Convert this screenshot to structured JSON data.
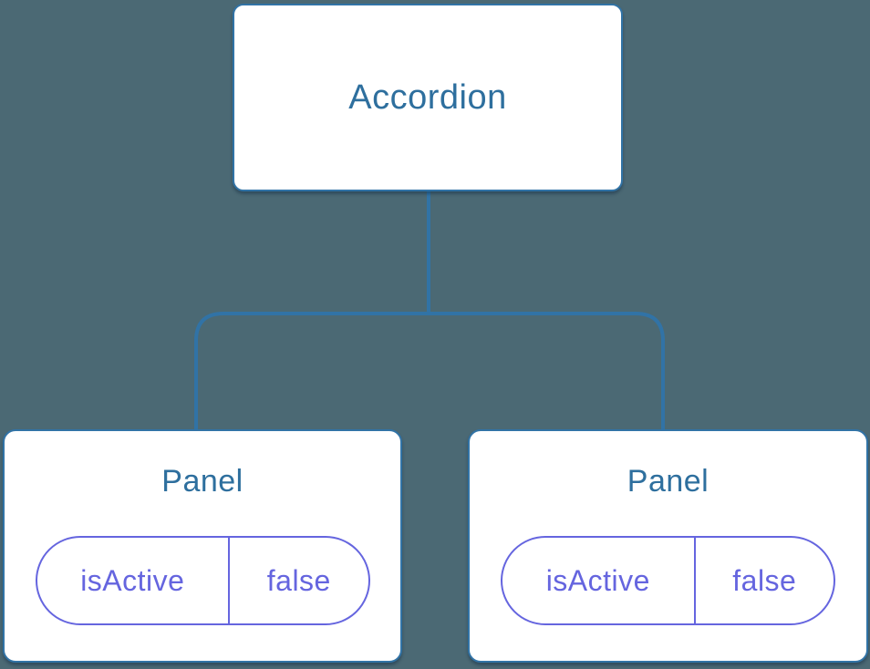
{
  "colors": {
    "background": "#4b6974",
    "node_bg": "#ffffff",
    "node_blue": "#2e6f9e",
    "line_blue": "#3173a6",
    "state_purple": "#6565df"
  },
  "diagram": {
    "type": "component-tree",
    "root": {
      "label": "Accordion"
    },
    "children": [
      {
        "label": "Panel",
        "state": {
          "key": "isActive",
          "value": "false"
        }
      },
      {
        "label": "Panel",
        "state": {
          "key": "isActive",
          "value": "false"
        }
      }
    ]
  }
}
